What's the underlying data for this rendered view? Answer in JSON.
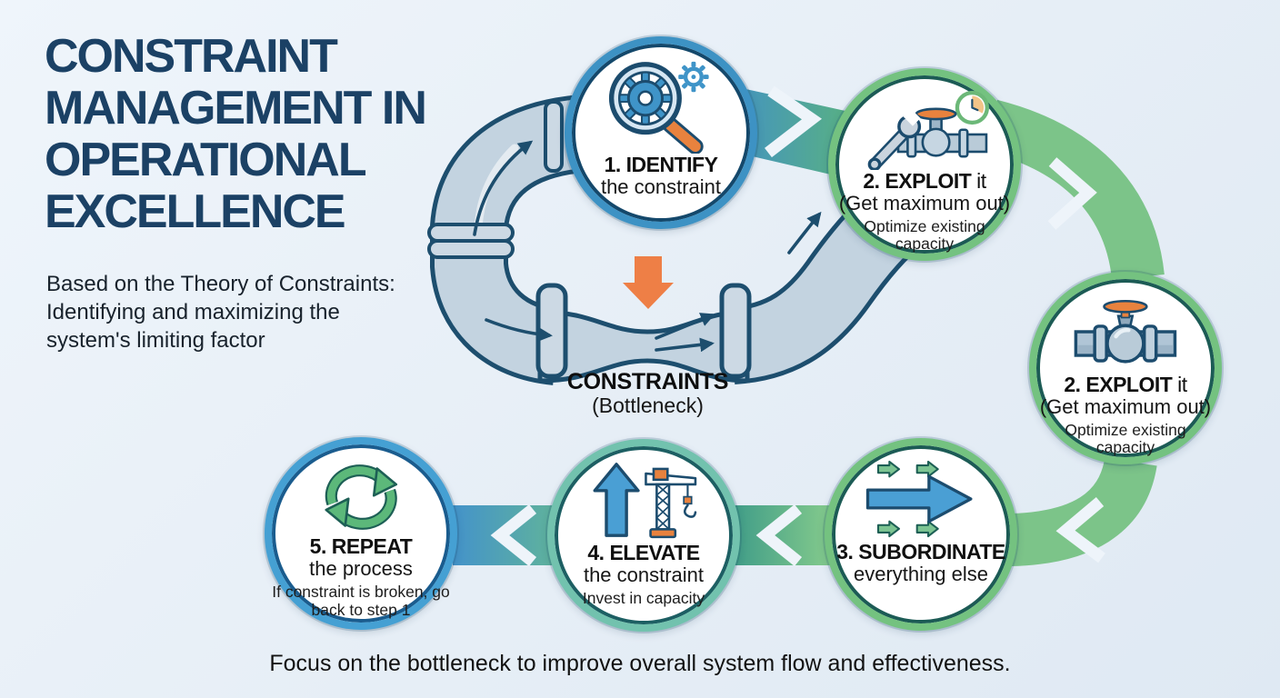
{
  "header": {
    "title_lines": [
      "CONSTRAINT",
      "MANAGEMENT IN",
      "OPERATIONAL",
      "EXCELLENCE"
    ],
    "subtitle_lines": [
      "Based on the Theory of Constraints:",
      "Identifying and maximizing the",
      "system's limiting factor"
    ]
  },
  "diagram": {
    "bottleneck_label": "CONSTRAINTS",
    "bottleneck_sublabel": "(Bottleneck)",
    "steps": [
      {
        "title_bold": "1. IDENTIFY",
        "title_tail": "",
        "subtitle": "the constraint",
        "note": "",
        "icon": "magnifier-gear-icon",
        "ring_color": "#3d92c4"
      },
      {
        "title_bold": "2. EXPLOIT",
        "title_tail": " it",
        "subtitle": "(Get maximum out)",
        "note": "Optimize existing capacity",
        "icon": "wrench-valve-clock-icon",
        "ring_color": "#74c280"
      },
      {
        "title_bold": "2. EXPLOIT",
        "title_tail": " it",
        "subtitle": "(Get maximum out)",
        "note": "Optimize existing capacity",
        "icon": "pipe-valve-icon",
        "ring_color": "#74c280"
      },
      {
        "title_bold": "3. SUBORDINATE",
        "title_tail": "",
        "subtitle": "everything else",
        "note": "",
        "icon": "flow-arrows-icon",
        "ring_color": "#74c280"
      },
      {
        "title_bold": "4. ELEVATE",
        "title_tail": "",
        "subtitle": "the constraint",
        "note": "Invest in capacity",
        "icon": "up-arrow-crane-icon",
        "ring_color": "#72c2ae"
      },
      {
        "title_bold": "5. REPEAT",
        "title_tail": "",
        "subtitle": "the process",
        "note": "If constraint is broken, go back to step 1",
        "icon": "recycle-icon",
        "ring_color": "#45a0d3"
      }
    ]
  },
  "footer": {
    "caption": "Focus on the bottleneck to improve overall system flow and effectiveness."
  },
  "colors": {
    "background": "#e8f0f7",
    "title_navy": "#1b4165",
    "pipe_fill": "#c3d3e0",
    "pipe_outline": "#1d4e6e",
    "orange_accent": "#e8823e",
    "blue_ring": "#3d92c4",
    "green_ring": "#74c280",
    "teal_ring": "#72c2ae",
    "band_blue": "#4291c6",
    "band_green": "#7cc489"
  }
}
